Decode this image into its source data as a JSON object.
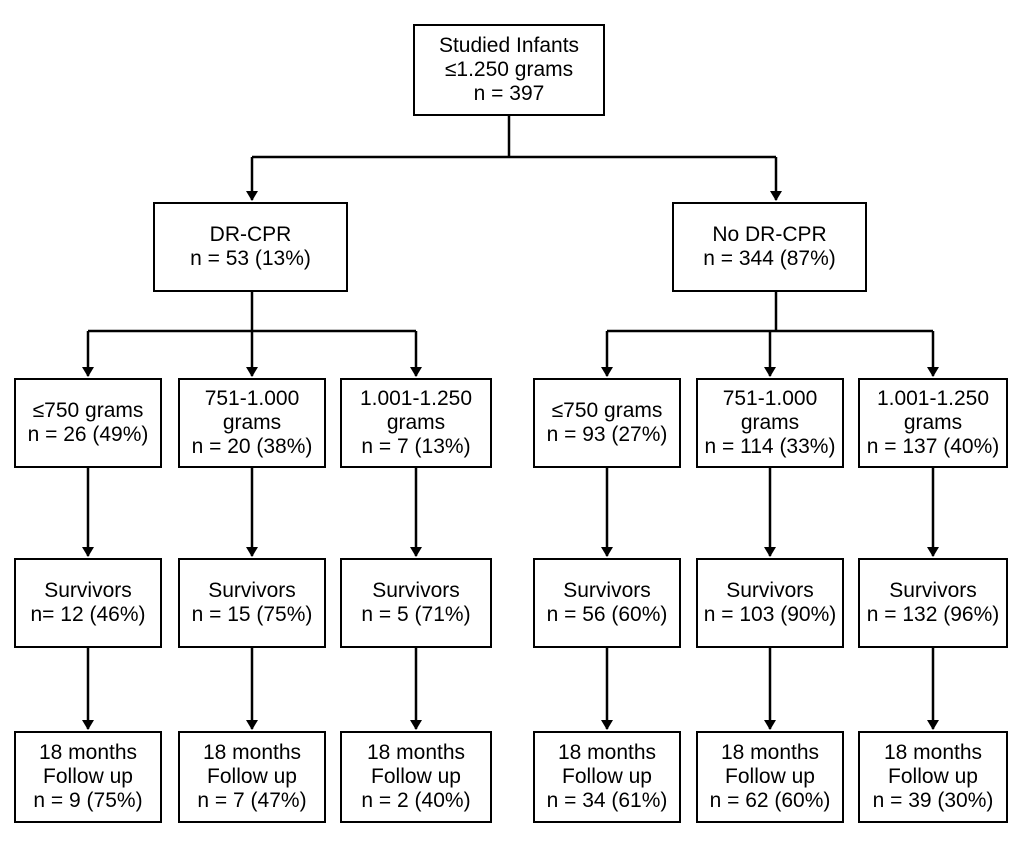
{
  "root": {
    "lines": [
      "Studied Infants",
      "≤1.250 grams",
      "n = 397"
    ]
  },
  "groups": [
    {
      "title": "DR-CPR",
      "n": "n = 53 (13%)",
      "subgroups": [
        {
          "weight": [
            "≤750 grams"
          ],
          "n": "n = 26 (49%)",
          "survivors": "Survivors",
          "survivors_n": "n= 12 (46%)",
          "followup": [
            "18 months",
            "Follow up"
          ],
          "followup_n": "n = 9 (75%)"
        },
        {
          "weight": [
            "751-1.000",
            "grams"
          ],
          "n": "n = 20 (38%)",
          "survivors": "Survivors",
          "survivors_n": "n = 15 (75%)",
          "followup": [
            "18 months",
            "Follow up"
          ],
          "followup_n": "n = 7 (47%)"
        },
        {
          "weight": [
            "1.001-1.250",
            "grams"
          ],
          "n": "n = 7 (13%)",
          "survivors": "Survivors",
          "survivors_n": "n = 5 (71%)",
          "followup": [
            "18 months",
            "Follow up"
          ],
          "followup_n": "n = 2 (40%)"
        }
      ]
    },
    {
      "title": "No DR-CPR",
      "n": "n = 344 (87%)",
      "subgroups": [
        {
          "weight": [
            "≤750 grams"
          ],
          "n": "n = 93 (27%)",
          "survivors": "Survivors",
          "survivors_n": "n = 56 (60%)",
          "followup": [
            "18 months",
            "Follow up"
          ],
          "followup_n": "n = 34 (61%)"
        },
        {
          "weight": [
            "751-1.000",
            "grams"
          ],
          "n": "n = 114 (33%)",
          "survivors": "Survivors",
          "survivors_n": "n = 103 (90%)",
          "followup": [
            "18 months",
            "Follow up"
          ],
          "followup_n": "n = 62 (60%)"
        },
        {
          "weight": [
            "1.001-1.250",
            "grams"
          ],
          "n": "n = 137 (40%)",
          "survivors": "Survivors",
          "survivors_n": "n = 132 (96%)",
          "followup": [
            "18 months",
            "Follow up"
          ],
          "followup_n": "n = 39 (30%)"
        }
      ]
    }
  ]
}
